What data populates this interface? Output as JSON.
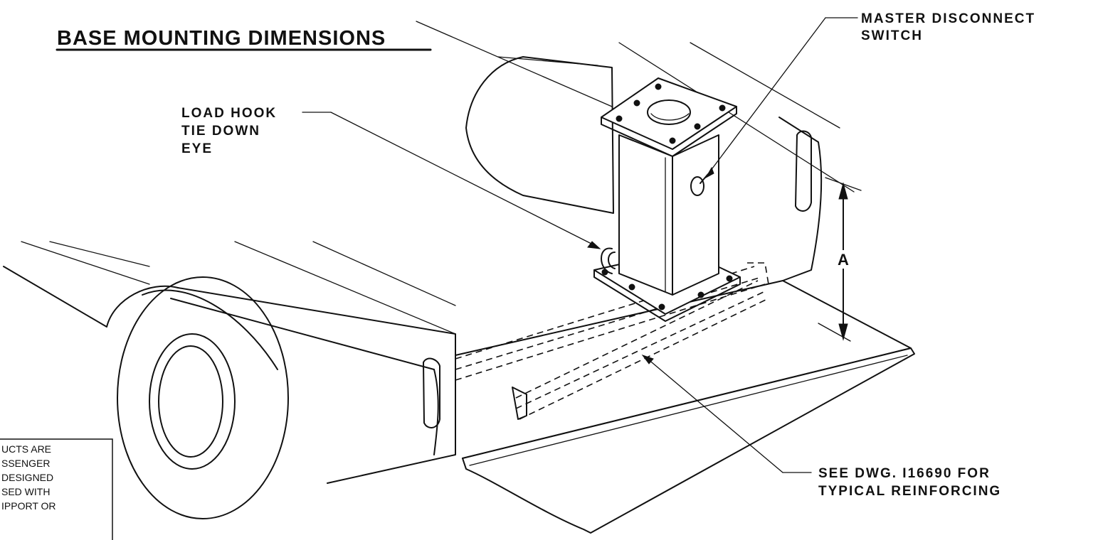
{
  "title": "BASE MOUNTING DIMENSIONS",
  "callouts": {
    "master_disconnect": [
      "MASTER DISCONNECT",
      "SWITCH"
    ],
    "load_hook": [
      "LOAD HOOK",
      "TIE DOWN",
      "EYE"
    ],
    "reinforcing": [
      "SEE DWG. I16690  FOR",
      "TYPICAL REINFORCING"
    ]
  },
  "dimension_label": "A",
  "note_lines": [
    "UCTS ARE",
    "SSENGER",
    "DESIGNED",
    "SED WITH",
    "IPPORT OR"
  ]
}
